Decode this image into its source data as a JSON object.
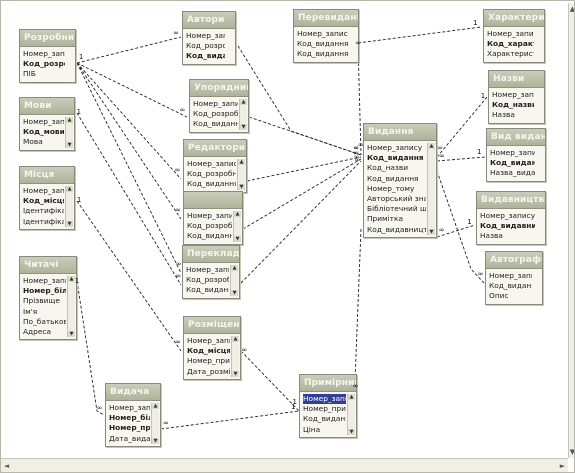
{
  "tables": [
    {
      "id": "rozrobnyky",
      "title": "Розробники",
      "fields": [
        "Номер_запису",
        "Код_розробника",
        "ПІБ"
      ],
      "keys": [
        1
      ],
      "scroll": false
    },
    {
      "id": "avtory",
      "title": "Автори",
      "fields": [
        "Номер_запису",
        "Код_розробника",
        "Код_видання"
      ],
      "keys": [
        2
      ],
      "scroll": false
    },
    {
      "id": "perevydannia",
      "title": "Перевидання",
      "fields": [
        "Номер_запису",
        "Код_видання_пер",
        "Код_видання"
      ],
      "keys": [],
      "scroll": false
    },
    {
      "id": "kharakter",
      "title": "Характери",
      "fields": [
        "Номер_запису",
        "Код_характера",
        "Характеристика"
      ],
      "keys": [
        1
      ],
      "scroll": false
    },
    {
      "id": "movy",
      "title": "Мови",
      "fields": [
        "Номер_запису",
        "Код_мови",
        "Мова"
      ],
      "keys": [
        1
      ],
      "scroll": true
    },
    {
      "id": "uporiadnyky",
      "title": "Упорядники",
      "fields": [
        "Номер_запису",
        "Код_розробника",
        "Код_видання"
      ],
      "keys": [],
      "scroll": true
    },
    {
      "id": "nazvy",
      "title": "Назви",
      "fields": [
        "Номер_запису",
        "Код_назви",
        "Назва"
      ],
      "keys": [
        1
      ],
      "scroll": false
    },
    {
      "id": "vydannia",
      "title": "Видання",
      "fields": [
        "Номер_запису",
        "Код_видання",
        "Код_назви",
        "Код_видання",
        "Номер_тому",
        "Авторський знак",
        "Бібліотечний шифр",
        "Примітка",
        "Код_видавництва"
      ],
      "keys": [
        1
      ],
      "scroll": true
    },
    {
      "id": "vyd_vydannia",
      "title": "Вид видання",
      "fields": [
        "Номер_запису",
        "Код_видання",
        "Назва_видання"
      ],
      "keys": [
        1
      ],
      "scroll": false
    },
    {
      "id": "redaktory",
      "title": "Редактори",
      "fields": [
        "Номер_запису",
        "Код_розробника",
        "Код_видання"
      ],
      "keys": [],
      "scroll": true
    },
    {
      "id": "mistsia",
      "title": "Місця",
      "fields": [
        "Номер_запису",
        "Код_місця",
        "Ідентифікатор",
        "Ідентифікатор"
      ],
      "keys": [
        1
      ],
      "scroll": true
    },
    {
      "id": "vydavnytstva",
      "title": "Видавництва",
      "fields": [
        "Номер_запису",
        "Код_видавництва",
        "Назва"
      ],
      "keys": [
        1
      ],
      "scroll": false
    },
    {
      "id": "perekladachi1",
      "title": "",
      "fields": [
        "Номер_запису",
        "Код_розробника",
        "Код_видання"
      ],
      "keys": [],
      "scroll": true
    },
    {
      "id": "chytachi",
      "title": "Читачі",
      "fields": [
        "Номер_запису",
        "Номер_білета",
        "Прізвище",
        "Ім'я",
        "По_батькові",
        "Адреса"
      ],
      "keys": [
        1
      ],
      "scroll": true
    },
    {
      "id": "perekladachi",
      "title": "Перекладачі",
      "fields": [
        "Номер_запису",
        "Код_розробника",
        "Код_видання"
      ],
      "keys": [],
      "scroll": true
    },
    {
      "id": "avtografy",
      "title": "Автографи",
      "fields": [
        "Номер_запису",
        "Код_видання",
        "Опис"
      ],
      "keys": [],
      "scroll": false
    },
    {
      "id": "rozmishchennia",
      "title": "Розміщення",
      "fields": [
        "Номер_запису",
        "Код_місця",
        "Номер_примірника",
        "Дата_розміщення"
      ],
      "keys": [
        1
      ],
      "scroll": true
    },
    {
      "id": "vydacha",
      "title": "Видача",
      "fields": [
        "Номер_запису",
        "Номер_білета",
        "Номер_примірника",
        "Дата_видачі"
      ],
      "keys": [
        1,
        2
      ],
      "scroll": true
    },
    {
      "id": "prymirnyky",
      "title": "Примірники",
      "fields": [
        "Номер_запису",
        "Номер_примірника",
        "Код_видання",
        "Ціна"
      ],
      "keys": [],
      "selected": 0,
      "scroll": true
    }
  ],
  "cardinality": {
    "one": "1",
    "many": "∞"
  },
  "colors": {
    "line": "#222222",
    "header_top": "#c9cdb9",
    "header_bottom": "#aeb49a",
    "selected": "#2d3f9a"
  }
}
